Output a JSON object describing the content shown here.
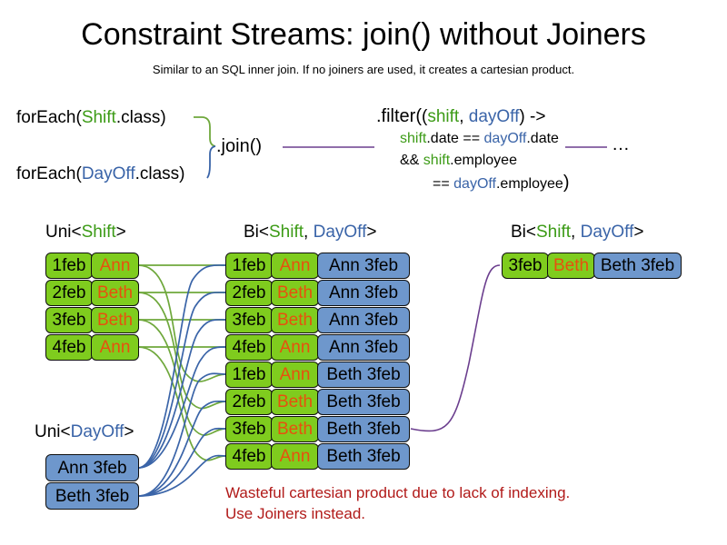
{
  "header": {
    "title": "Constraint Streams: join() without Joiners",
    "subtitle": "Similar to an SQL inner join. If no joiners are used, it creates a cartesian product."
  },
  "code": {
    "for_each_shift": {
      "prefix": "forEach(",
      "type": "Shift",
      "suffix": ".class)"
    },
    "for_each_day_off": {
      "prefix": "forEach(",
      "type": "DayOff",
      "suffix": ".class)"
    },
    "join_call": ".join()",
    "filter": {
      "line1_a": ".filter(",
      "line1_b": "(",
      "line1_shift": "shift",
      "line1_comma": ", ",
      "line1_dayoff": "dayOff",
      "line1_c": ") ->",
      "line2_shift": "shift",
      "line2_mid": ".date == ",
      "line2_dayoff": "dayOff",
      "line2_end": ".date",
      "line3_op": "&& ",
      "line3_shift": "shift",
      "line3_end": ".employee",
      "line4_op": "== ",
      "line4_dayoff": "dayOff",
      "line4_end": ".employee",
      "line4_close": ")"
    },
    "ellipsis": "…"
  },
  "captions": {
    "uni_shift": {
      "pre": "Uni<",
      "type": "Shift",
      "post": ">"
    },
    "bi_middle": {
      "pre": "Bi<",
      "type1": "Shift",
      "sep": ", ",
      "type2": "DayOff",
      "post": ">"
    },
    "bi_right": {
      "pre": "Bi<",
      "type1": "Shift",
      "sep": ", ",
      "type2": "DayOff",
      "post": ">"
    },
    "uni_dayoff": {
      "pre": "Uni<",
      "type": "DayOff",
      "post": ">"
    }
  },
  "uni_shift_rows": [
    {
      "date": "1feb",
      "employee": "Ann"
    },
    {
      "date": "2feb",
      "employee": "Beth"
    },
    {
      "date": "3feb",
      "employee": "Beth"
    },
    {
      "date": "4feb",
      "employee": "Ann"
    }
  ],
  "uni_dayoff_rows": [
    {
      "label": "Ann 3feb"
    },
    {
      "label": "Beth 3feb"
    }
  ],
  "bi_middle_rows": [
    {
      "date": "1feb",
      "employee": "Ann",
      "dayoff": "Ann 3feb"
    },
    {
      "date": "2feb",
      "employee": "Beth",
      "dayoff": "Ann 3feb"
    },
    {
      "date": "3feb",
      "employee": "Beth",
      "dayoff": "Ann 3feb"
    },
    {
      "date": "4feb",
      "employee": "Ann",
      "dayoff": "Ann 3feb"
    },
    {
      "date": "1feb",
      "employee": "Ann",
      "dayoff": "Beth 3feb"
    },
    {
      "date": "2feb",
      "employee": "Beth",
      "dayoff": "Beth 3feb"
    },
    {
      "date": "3feb",
      "employee": "Beth",
      "dayoff": "Beth 3feb"
    },
    {
      "date": "4feb",
      "employee": "Ann",
      "dayoff": "Beth 3feb"
    }
  ],
  "bi_right_rows": [
    {
      "date": "3feb",
      "employee": "Beth",
      "dayoff": "Beth 3feb"
    }
  ],
  "warning": {
    "line1": "Wasteful cartesian product due to lack of indexing.",
    "line2": "Use Joiners instead."
  },
  "colors": {
    "shift_green": "#3C9B16",
    "dayoff_blue": "#3A64A8",
    "box_green": "#7FCC1E",
    "box_blue": "#6E97CC",
    "employee_orange": "#E8500E",
    "warning_red": "#B11A19",
    "connector_green": "#6FA83C",
    "connector_blue": "#3A64A8",
    "connector_purple": "#6B3E8E"
  }
}
